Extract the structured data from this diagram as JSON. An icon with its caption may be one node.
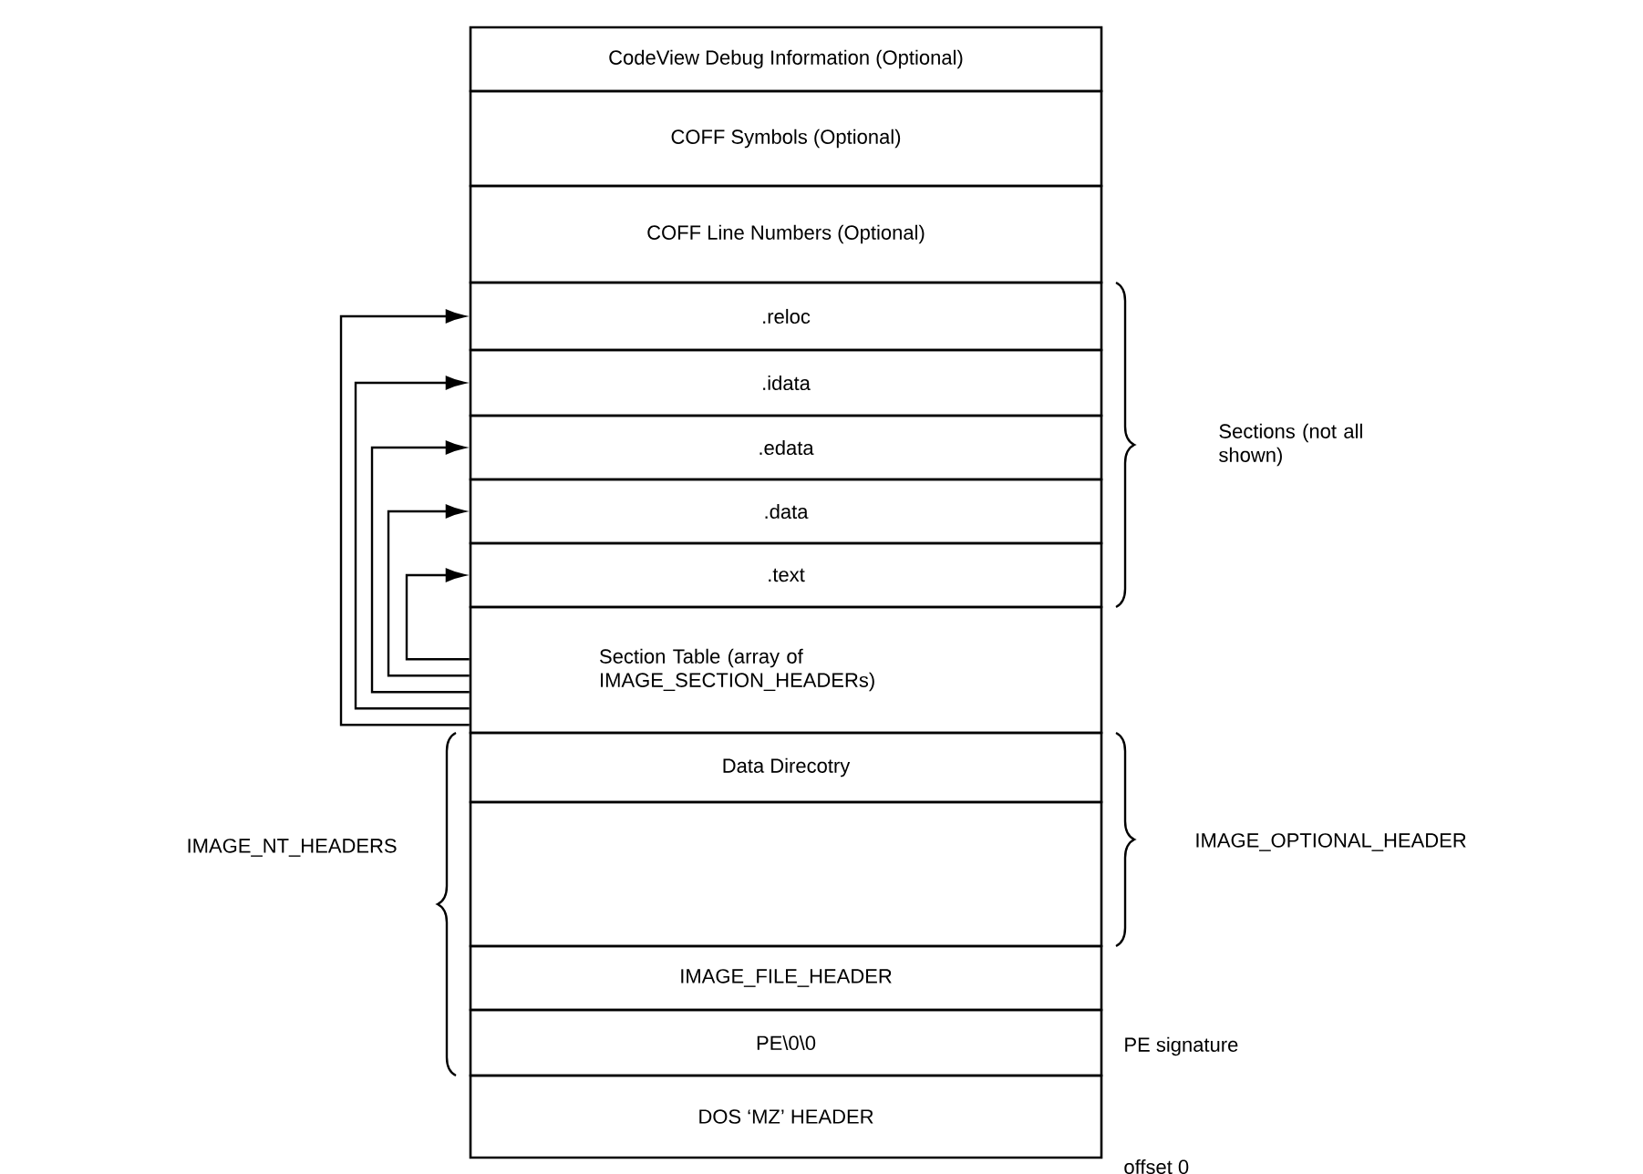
{
  "diagram": {
    "nodes": [
      {
        "text": [
          "CodeView Debug Information (Optional)"
        ]
      },
      {
        "text": [
          "COFF Symbols (Optional)"
        ]
      },
      {
        "text": [
          "COFF Line Numbers (Optional)"
        ]
      },
      {
        "text": [
          ".reloc"
        ]
      },
      {
        "text": [
          ".idata"
        ]
      },
      {
        "text": [
          ".edata"
        ]
      },
      {
        "text": [
          ".data"
        ]
      },
      {
        "text": [
          ".text"
        ]
      },
      {
        "text": [
          "Section Table (array of IMAGE_SECTION_HEADERs)"
        ]
      },
      {
        "text": [
          "Data Direcotry"
        ]
      },
      {
        "text": [],
        "shape": "box"
      },
      {
        "text": [
          "IMAGE_FILE_HEADER"
        ]
      },
      {
        "text": [
          "PE\\0\\0"
        ],
        "beside": [
          "PE signature"
        ]
      },
      {
        "text": [
          "DOS ‘MZ’ HEADER"
        ],
        "beside": [
          "offset 0"
        ]
      }
    ],
    "edges": [
      {
        "from": 8,
        "to": 3,
        "arrow": "to"
      },
      {
        "from": 8,
        "to": 4,
        "arrow": "to"
      },
      {
        "from": 8,
        "to": 5,
        "arrow": "to"
      },
      {
        "from": 8,
        "to": 6,
        "arrow": "to"
      },
      {
        "from": 8,
        "to": 7,
        "arrow": "to"
      }
    ],
    "labels": [
      "Sections (not all shown)",
      "IMAGE_OPTIONAL_HEADER",
      "IMAGE_NT_HEADERS"
    ]
  }
}
